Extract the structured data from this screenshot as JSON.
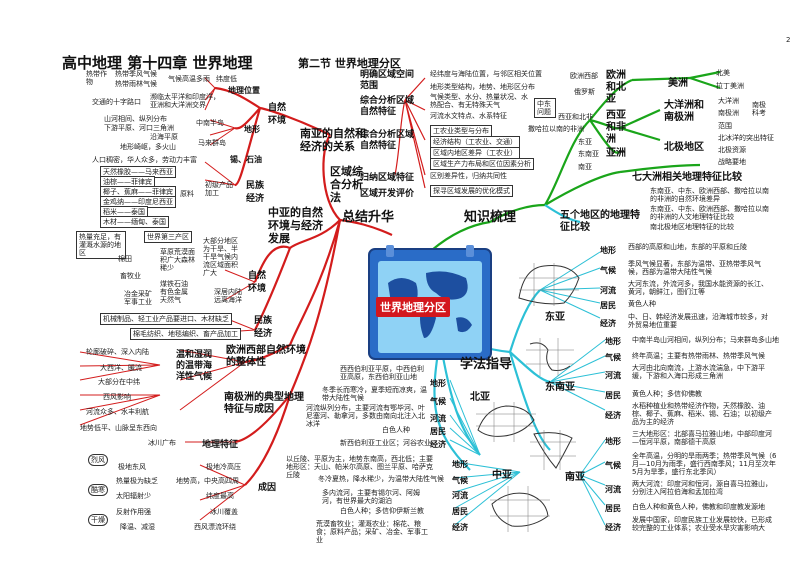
{
  "page": {
    "title": "高中地理  第十四章  世界地理",
    "section": "第二节  世界地理分区",
    "corner_mark": "2"
  },
  "center": {
    "label": "世界地理分区"
  },
  "branches": {
    "summary": "总结升华",
    "knowledge": "知识梳理",
    "method": "学法指导"
  },
  "top_left": {
    "a1": "热带作物",
    "a2": "热带季风气候",
    "a3": "热带雨林气候",
    "a4": "气候高温多雨",
    "a5": "纬度低",
    "a6": "地理位置",
    "a7": "濒临太平洋和印度洋，",
    "a8": "亚洲和大洋洲交界",
    "a9": "交通的十字路口",
    "a10": "自然环境",
    "a11": "山河相间、纵列分布",
    "a12": "下游平原、河口三角洲",
    "a13": "中南半岛",
    "a14": "地形",
    "a15": "沿海平原",
    "a16": "地形崎岖，多火山",
    "a17": "马来群岛",
    "a18": "人口稠密，华人众多，劳动力丰富",
    "a19": "锡、石油",
    "a20": "天然橡胶——马来西亚",
    "a21": "油棕——菲律宾",
    "a22": "椰子、蕉麻——菲律宾",
    "a23": "金鸡纳——印度尼西亚",
    "a24": "稻米——泰国",
    "a25": "木材——缅甸、泰国",
    "a26": "原料",
    "a27": "初级产品加工",
    "a28": "民族经济",
    "a29": "南亚的自然和经济的关系"
  },
  "mid_left": {
    "b1": "热量充足，有灌溉水源的地区",
    "b2": "世界第三产区",
    "b3": "棉田",
    "b4": "大部分地区为干旱、半干旱气候内流区域面积广大",
    "b5": "草原荒漠面积广大森林稀少",
    "b6": "畜牧业",
    "b7": "自然环境",
    "b8": "煤铁石油有色金属天然气",
    "b9": "深居内陆远离海洋",
    "b10": "冶金采矿军事工业",
    "b11": "民族经济",
    "b12": "机械制品、轻工业产品要进口、木材缺乏",
    "b13": "棉毛纺织、地毯编织、畜产品加工",
    "b14": "中亚的自然环境与经济发展"
  },
  "lower_left": {
    "c1": "轮廓破碎、深入内陆",
    "c2": "大西洋、暖流",
    "c3": "大部分在中纬",
    "c4": "温和湿润的温带海洋性气候",
    "c5": "西风影响",
    "c6": "河流众多、水丰利航",
    "c7": "地势低平、山脉呈东西向",
    "c8": "欧洲西部自然环境的整体性",
    "c9": "南极洲的典型地理特征与成因",
    "c10": "冰川广布",
    "c11": "地理特征",
    "c12": "极地东风",
    "c13": "极地冷高压",
    "c14": "热量极为缺乏",
    "c15": "地势高，中央高四周",
    "c16": "太阳辐射少",
    "c17": "纬度最高",
    "c18": "反射作用强",
    "c19": "冰川覆盖",
    "c20": "降温、减湿",
    "c21": "西风漂流环绕",
    "c22": "成因",
    "c23": "烈风",
    "c24": "酷寒",
    "c25": "干燥"
  },
  "top_mid": {
    "d1": "明确区域空间范围",
    "d2": "经纬度与海陆位置，与邻区相关位置",
    "d3": "综合分析区域自然特征",
    "d4": "地形类型结构，地势、地形区分布",
    "d5": "气候类型、水分、热量状况、水热配合、有无特殊天气",
    "d6": "河流水文特点、水系特征",
    "d7": "综合分析区域自然特征",
    "d8": "工农业类型与分布",
    "d9": "经济结构（工农业、交通）",
    "d10": "区域内地区差异（工农业）",
    "d11": "区域生产力布局和区位因素分析",
    "d12": "归纳区域特征",
    "d13": "区别差异性，归纳共同性",
    "d14": "区域开发评价",
    "d15": "探寻区域发展的优化模式",
    "d16": "区域综合分析法"
  },
  "top_right": {
    "e1": "欧洲西部",
    "e2": "俄罗斯",
    "e3": "欧洲和北亚",
    "e4": "中东问题",
    "e5": "西亚和北非",
    "e6": "撒哈拉以南的非洲",
    "e7": "西亚和非洲",
    "e8": "东亚",
    "e9": "东南亚",
    "e10": "南亚",
    "e11": "亚洲",
    "e12": "美洲",
    "e13": "北美",
    "e14": "拉丁美洲",
    "e15": "大洋洲和南极洲",
    "e16": "大洋洲",
    "e17": "南极洲",
    "e18": "南极科考",
    "e19": "北极地区",
    "e20": "范围",
    "e21": "北冰洋的突出特征",
    "e22": "北极资源",
    "e23": "战略要地",
    "e24": "七大洲相关地理特征比较",
    "e25": "东南亚、中东、欧洲西部、撒哈拉以南的非洲的自然环境差异",
    "e26": "东南亚、中东、欧洲西部、撒哈拉以南的非洲的人文地理特征比较",
    "e27": "南北极地区地理特征的比较",
    "e28": "五个地区的地理特征比较"
  },
  "right": {
    "f1": "地形",
    "f2": "西部的高原和山地，东部的平原和丘陵",
    "f3": "气候",
    "f4": "季风气候显著，东部为温带、亚热带季风气候，西部为温带大陆性气候",
    "f5": "河流",
    "f6": "大河东流，外流河多，我国水能资源的长江、黄河，朝鲜江，图们江等",
    "f7": "居民",
    "f8": "黄色人种",
    "f9": "经济",
    "f10": "中、日、韩经济发展迅速，沿海城市较多，对外贸易地位重要",
    "f11": "东亚",
    "f12": "地形",
    "f13": "中南半岛山河相间，纵列分布；马来群岛多山地",
    "f14": "气候",
    "f15": "终年高温；主要有热带雨林、热带季风气候",
    "f16": "河流",
    "f17": "大河由北向南流，上游水流湍急，中下游平缓，下游和入海口形成三角洲",
    "f18": "居民",
    "f19": "黄色人种；多信仰佛教",
    "f20": "经济",
    "f21": "水稻种植业和热带经济作物，天然橡胶、油棕、椰子、蕉麻、稻米、锡、石油；以初级产品为主的经济",
    "f22": "东南亚",
    "f23": "地形",
    "f24": "三大地形区：北部喜马拉雅山地，中部印度河—恒河平原，南部德干高原",
    "f25": "气候",
    "f26": "全年高温，分明的旱雨两季；热带季风气候（6月—10月为雨季，盛行西南季风；11月至次年5月为旱季，盛行东北季风）",
    "f27": "河流",
    "f28": "两大河流：印度河和恒河，源自喜马拉雅山，分别注入阿拉伯海和孟加拉湾",
    "f29": "居民",
    "f30": "白色人种和黄色人种，佛教和印度教发源地",
    "f31": "经济",
    "f32": "发展中国家，印度民族工业发展较快，已形成较完整的工业体系；农业受水旱灾害影响大",
    "f33": "南亚"
  },
  "bottom_mid": {
    "g1": "西西伯利亚平原，中西伯利亚高原，东西伯利亚山地",
    "g2": "地形",
    "g3": "冬季长而寒冷，夏季短而凉爽，温带大陆性气候",
    "g4": "气候",
    "g5": "河流纵列分布，主要河流有鄂毕河、叶尼塞河、勒拿河，多数由南向北注入北冰洋",
    "g6": "河流",
    "g7": "白色人种",
    "g8": "居民",
    "g9": "新西伯利亚工业区；河谷农业",
    "g10": "经济",
    "g11": "北亚",
    "g12": "以丘陵、平原为主，地势东南高，西北低；主要地形区：天山、帕米尔高原、图兰平原、哈萨克丘陵",
    "g13": "地形",
    "g14": "冬冷夏热，降水稀少，为温带大陆性气候",
    "g15": "气候",
    "g16": "多内流河，主要有锡尔河、阿姆河，有世界最大的湖泊",
    "g17": "河流",
    "g18": "白色人种；多信仰伊斯兰教",
    "g19": "居民",
    "g20": "荒漠畜牧业；灌溉农业：棉花、粮食；原料产品；采矿、冶金、军事工业",
    "g21": "经济",
    "g22": "中亚"
  }
}
